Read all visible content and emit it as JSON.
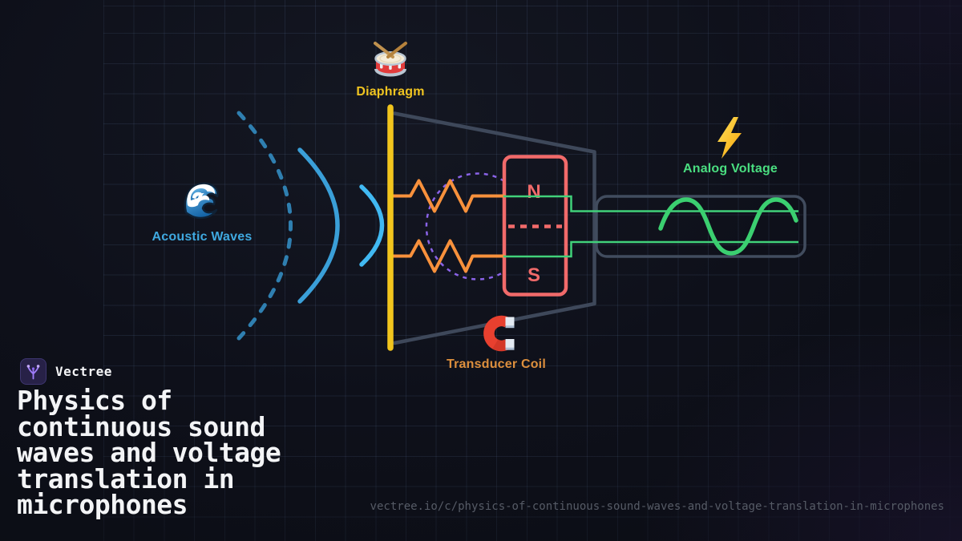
{
  "brand": {
    "name": "Vectree",
    "logo_icon": "vectree-logo-icon"
  },
  "title": "Physics of\ncontinuous sound\nwaves and voltage\ntranslation in\nmicrophones",
  "footer": {
    "url": "vectree.io/c/physics-of-continuous-sound-waves-and-voltage-translation-in-microphones"
  },
  "diagram": {
    "nodes": [
      {
        "id": "acoustic-waves",
        "label": "Acoustic Waves",
        "icon": "ocean-wave-icon",
        "label_color": "#3fa9e0"
      },
      {
        "id": "diaphragm",
        "label": "Diaphragm",
        "icon": "drum-icon",
        "label_color": "#f0c420"
      },
      {
        "id": "transducer-coil",
        "label": "Transducer Coil",
        "icon": "horseshoe-magnet-icon",
        "label_color": "#dd8f3d"
      },
      {
        "id": "analog-voltage",
        "label": "Analog Voltage",
        "icon": "lightning-bolt-icon",
        "label_color": "#4ade80"
      }
    ],
    "magnet": {
      "north_label": "N",
      "south_label": "S",
      "color": "#f16a6a"
    },
    "colors": {
      "diaphragm_line": "#f2c51d",
      "coil_springs": "#f8913c",
      "coil_field_dashed": "#8a63e8",
      "circuit_wire": "#41d17a",
      "signal_wave": "#3bcf70",
      "mic_body_outline": "#3e485a",
      "sound_arc_near": "#41b9f2",
      "sound_arc_mid": "#3a9fd8",
      "sound_arc_far": "#2f7fb0",
      "grid_line": "#2a3446"
    }
  }
}
